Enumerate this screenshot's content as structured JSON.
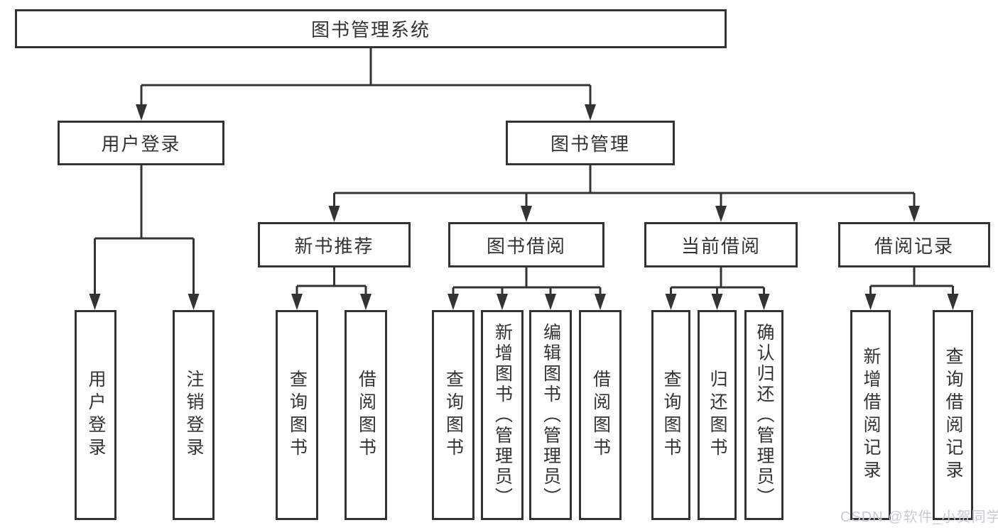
{
  "diagram": {
    "root": {
      "label": "图书管理系统"
    },
    "branches": [
      {
        "label": "用户登录",
        "children": [
          {
            "label": "用户登录"
          },
          {
            "label": "注销登录"
          }
        ]
      },
      {
        "label": "图书管理",
        "children": [
          {
            "label": "新书推荐",
            "children": [
              {
                "label": "查询图书"
              },
              {
                "label": "借阅图书"
              }
            ]
          },
          {
            "label": "图书借阅",
            "children": [
              {
                "label": "查询图书"
              },
              {
                "label": "新增图书（管理员）"
              },
              {
                "label": "编辑图书（管理员）"
              },
              {
                "label": "借阅图书"
              }
            ]
          },
          {
            "label": "当前借阅",
            "children": [
              {
                "label": "查询图书"
              },
              {
                "label": "归还图书"
              },
              {
                "label": "确认归还（管理员）"
              }
            ]
          },
          {
            "label": "借阅记录",
            "children": [
              {
                "label": "新增借阅记录"
              },
              {
                "label": "查询借阅记录"
              }
            ]
          }
        ]
      }
    ]
  },
  "watermark": {
    "text": "CSDN @软件_小贺同学"
  },
  "colors": {
    "line": "#333333",
    "text": "#333333",
    "box_background": "#ffffff",
    "page_background": "#ffffff",
    "watermark": "#c9cbd4"
  }
}
